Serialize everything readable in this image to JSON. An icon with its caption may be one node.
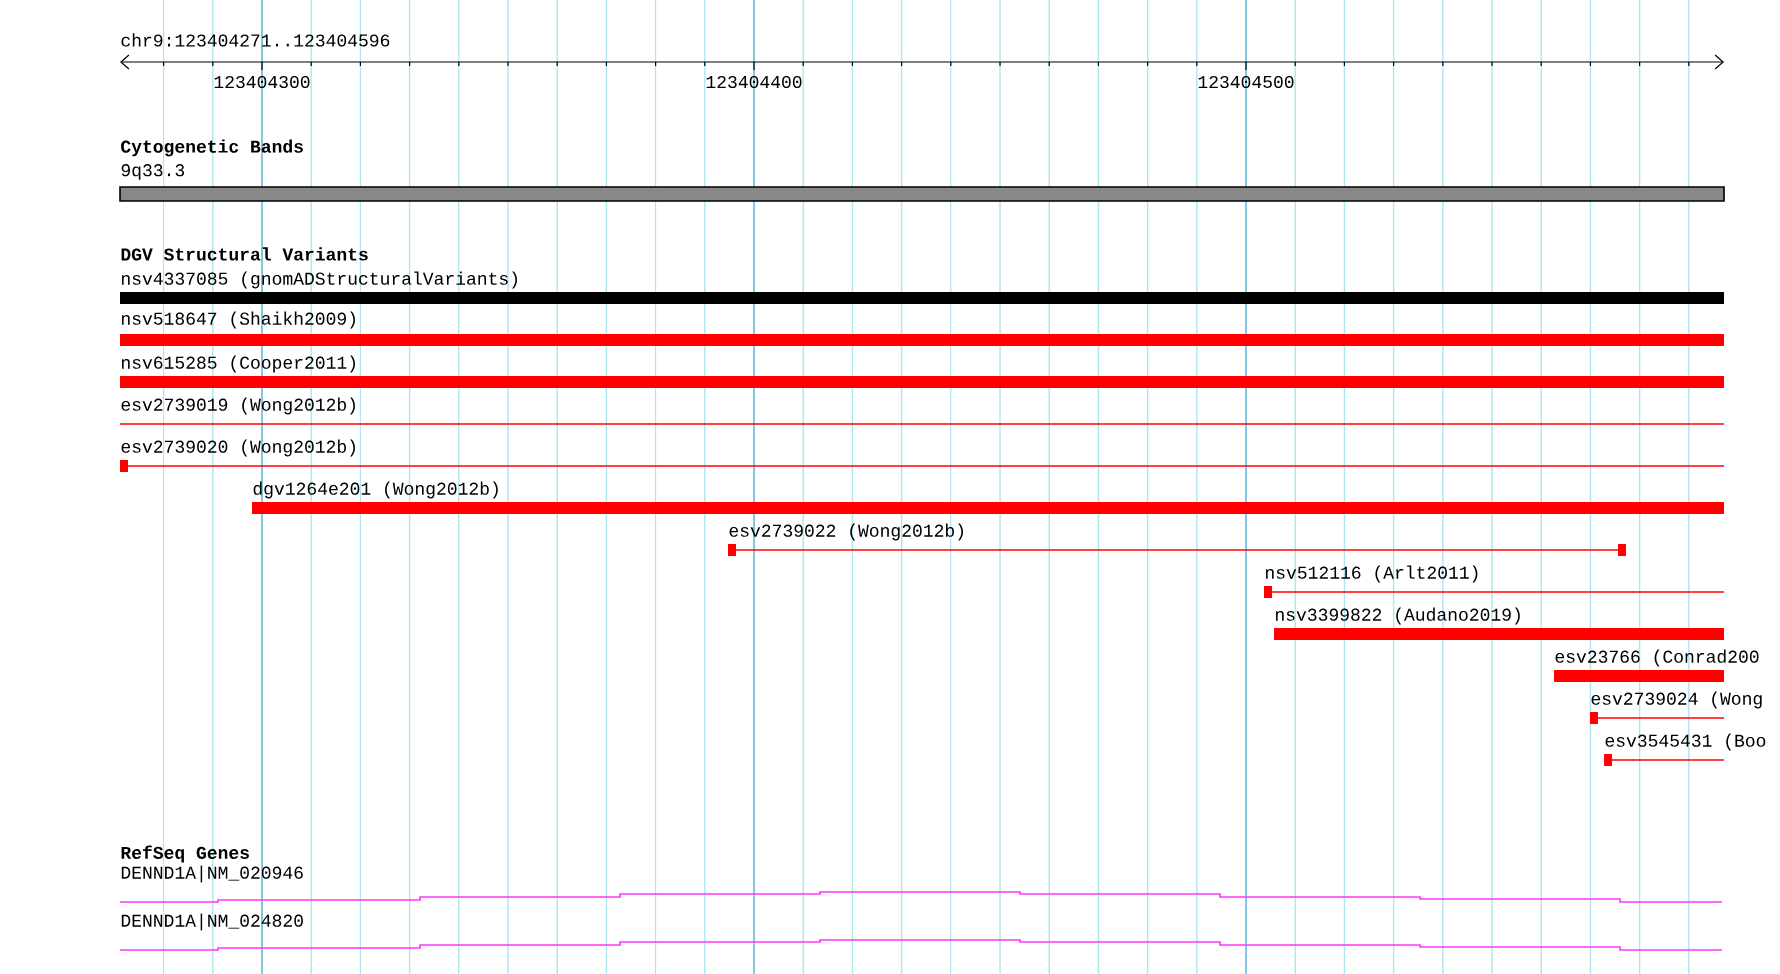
{
  "diagram": {
    "nodes": [
      {
        "text": [
          "9q33.3"
        ]
      },
      {
        "text": [
          "nsv4337085 (gnomADStructuralVariants)"
        ]
      },
      {
        "text": [
          "nsv518647 (Shaikh2009)"
        ]
      },
      {
        "text": [
          "nsv615285 (Cooper2011)"
        ]
      },
      {
        "text": [
          "esv2739019 (Wong2012b)"
        ]
      },
      {
        "text": [
          "esv2739020 (Wong2012b)"
        ]
      },
      {
        "text": [
          "dgv1264e201 (Wong2012b)"
        ]
      },
      {
        "text": [
          "esv2739022 (Wong2012b)"
        ]
      },
      {
        "text": [
          "nsv512116 (Arlt2011)"
        ]
      },
      {
        "text": [
          "nsv3399822 (Audano2019)"
        ]
      },
      {
        "text": [
          "esv23766 (Conrad200"
        ]
      },
      {
        "text": [
          "esv2739024 (Wong"
        ]
      },
      {
        "text": [
          "esv3545431 (Boo"
        ]
      },
      {
        "text": [
          "DENND1A|NM_020946"
        ]
      },
      {
        "text": [
          "DENND1A|NM_024820"
        ]
      }
    ],
    "labels": [
      "chr9:123404271..123404596",
      "123404300",
      "123404400",
      "123404500",
      "Cytogenetic Bands",
      "DGV Structural Variants",
      "RefSeq Genes"
    ]
  }
}
